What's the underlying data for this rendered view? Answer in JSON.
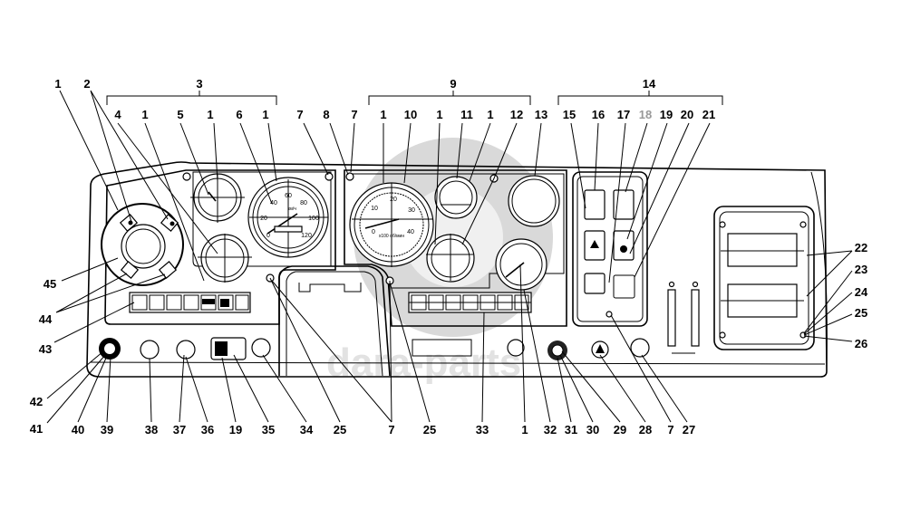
{
  "watermark": "dara-parts",
  "brackets": {
    "left": "3",
    "center": "9",
    "right": "14"
  },
  "callouts_top": [
    "1",
    "2",
    "4",
    "1",
    "5",
    "1",
    "6",
    "1",
    "7",
    "8",
    "7",
    "1",
    "10",
    "1",
    "11",
    "1",
    "12",
    "13",
    "15",
    "16",
    "17",
    "18",
    "19",
    "20",
    "21"
  ],
  "callouts_right": [
    "22",
    "23",
    "24",
    "25",
    "26"
  ],
  "callouts_left": [
    "45",
    "44",
    "43",
    "42",
    "41"
  ],
  "callouts_bottom": [
    "40",
    "39",
    "38",
    "37",
    "36",
    "19",
    "35",
    "34",
    "25",
    "7",
    "25",
    "33",
    "1",
    "32",
    "31",
    "30",
    "29",
    "28",
    "7",
    "27"
  ],
  "highlight_color": "#999999",
  "gauges": {
    "speedometer": {
      "ticks": [
        "0",
        "20",
        "40",
        "60",
        "80",
        "100",
        "120"
      ],
      "unit": "км/ч"
    },
    "tachometer": {
      "ticks": [
        "0",
        "10",
        "20",
        "30",
        "40"
      ],
      "unit": "x100 об/мин"
    }
  }
}
